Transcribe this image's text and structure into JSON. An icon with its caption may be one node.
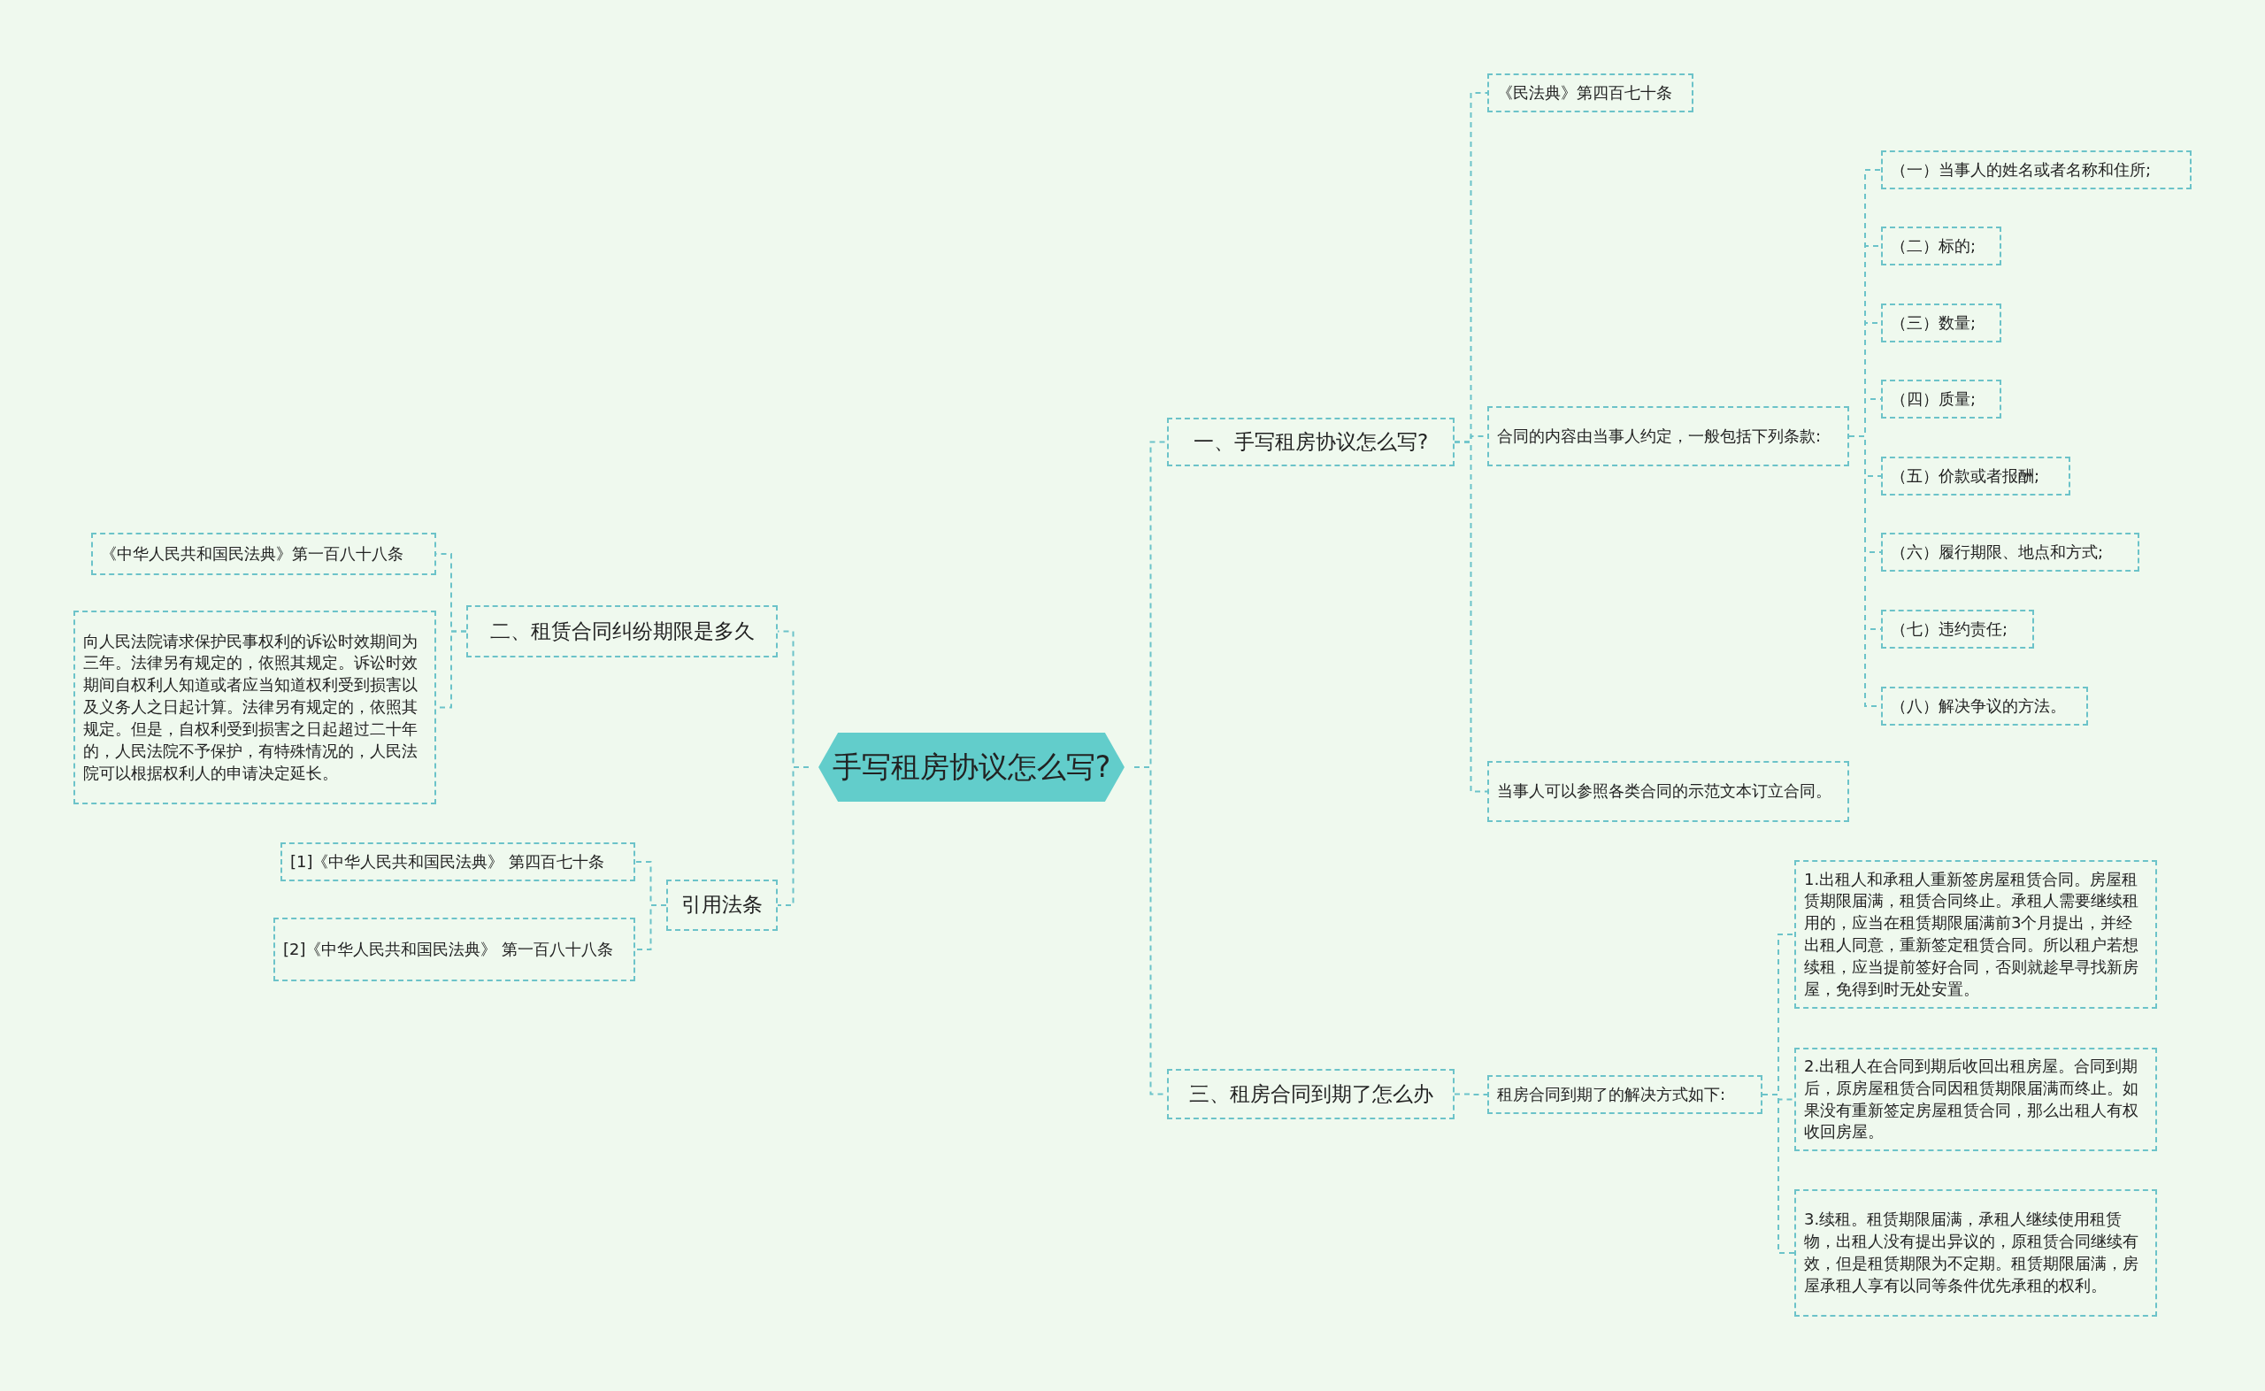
{
  "diagram": {
    "nodes": [
      {
        "text": [
          "手写租房协议怎么写?"
        ]
      },
      {
        "text": [
          "一、手写租房协议怎么写?"
        ]
      },
      {
        "text": [
          "《民法典》第四百七十条"
        ]
      },
      {
        "text": [
          "合同的内容由当事人约定，一般包括下列条款:"
        ]
      },
      {
        "text": [
          "（一）当事人的姓名或者名称和住所;"
        ]
      },
      {
        "text": [
          "（二）标的;"
        ]
      },
      {
        "text": [
          "（三）数量;"
        ]
      },
      {
        "text": [
          "（四）质量;"
        ]
      },
      {
        "text": [
          "（五）价款或者报酬;"
        ]
      },
      {
        "text": [
          "（六）履行期限、地点和方式;"
        ]
      },
      {
        "text": [
          "（七）违约责任;"
        ]
      },
      {
        "text": [
          "（八）解决争议的方法。"
        ]
      },
      {
        "text": [
          "当事人可以参照各类合同的示范文本订立合同。"
        ]
      },
      {
        "text": [
          "三、租房合同到期了怎么办"
        ]
      },
      {
        "text": [
          "租房合同到期了的解决方式如下:"
        ]
      },
      {
        "text": [
          "1.出租人和承租人重新签房屋租赁合同。房屋租赁期限届满，租赁合同终止。承租人需要继续租用的，应当在租赁期限届满前3个月提出，并经出租人同意，重新签定租赁合同。所以租户若想续租，应当提前签好合同，否则就趁早寻找新房屋，免得到时无处安置。"
        ]
      },
      {
        "text": [
          "2.出租人在合同到期后收回出租房屋。合同到期后，原房屋租赁合同因租赁期限届满而终止。如果没有重新签定房屋租赁合同，那么出租人有权收回房屋。"
        ]
      },
      {
        "text": [
          "3.续租。租赁期限届满，承租人继续使用租赁物，出租人没有提出异议的，原租赁合同继续有效，但是租赁期限为不定期。租赁期限届满，房屋承租人享有以同等条件优先承租的权利。"
        ]
      },
      {
        "text": [
          "二、租赁合同纠纷期限是多久"
        ]
      },
      {
        "text": [
          "《中华人民共和国民法典》第一百八十八条"
        ]
      },
      {
        "text": [
          "向人民法院请求保护民事权利的诉讼时效期间为三年。法律另有规定的，依照其规定。诉讼时效期间自权利人知道或者应当知道权利受到损害以及义务人之日起计算。法律另有规定的，依照其规定。但是，自权利受到损害之日起超过二十年的，人民法院不予保护，有特殊情况的，人民法院可以根据权利人的申请决定延长。"
        ]
      },
      {
        "text": [
          "引用法条"
        ]
      },
      {
        "text": [
          "[1]《中华人民共和国民法典》 第四百七十条"
        ]
      },
      {
        "text": [
          "[2]《中华人民共和国民法典》 第一百八十八条"
        ]
      }
    ],
    "edges": [
      {
        "from": 0,
        "to": 1,
        "arrow": "none"
      },
      {
        "from": 0,
        "to": 13,
        "arrow": "none"
      },
      {
        "from": 0,
        "to": 18,
        "arrow": "none"
      },
      {
        "from": 0,
        "to": 21,
        "arrow": "none"
      },
      {
        "from": 1,
        "to": 2,
        "arrow": "none"
      },
      {
        "from": 1,
        "to": 3,
        "arrow": "none"
      },
      {
        "from": 1,
        "to": 12,
        "arrow": "none"
      },
      {
        "from": 3,
        "to": 4,
        "arrow": "none"
      },
      {
        "from": 3,
        "to": 5,
        "arrow": "none"
      },
      {
        "from": 3,
        "to": 6,
        "arrow": "none"
      },
      {
        "from": 3,
        "to": 7,
        "arrow": "none"
      },
      {
        "from": 3,
        "to": 8,
        "arrow": "none"
      },
      {
        "from": 3,
        "to": 9,
        "arrow": "none"
      },
      {
        "from": 3,
        "to": 10,
        "arrow": "none"
      },
      {
        "from": 3,
        "to": 11,
        "arrow": "none"
      },
      {
        "from": 13,
        "to": 14,
        "arrow": "none"
      },
      {
        "from": 14,
        "to": 15,
        "arrow": "none"
      },
      {
        "from": 14,
        "to": 16,
        "arrow": "none"
      },
      {
        "from": 14,
        "to": 17,
        "arrow": "none"
      },
      {
        "from": 18,
        "to": 19,
        "arrow": "none"
      },
      {
        "from": 18,
        "to": 20,
        "arrow": "none"
      },
      {
        "from": 21,
        "to": 22,
        "arrow": "none"
      },
      {
        "from": 21,
        "to": 23,
        "arrow": "none"
      }
    ]
  }
}
